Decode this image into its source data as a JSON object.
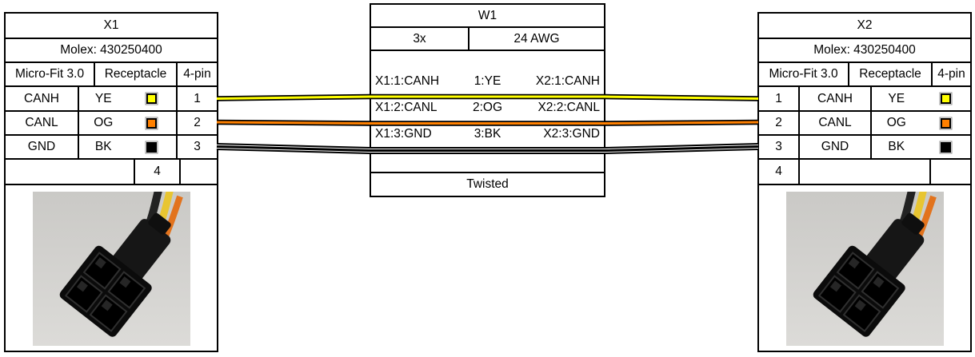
{
  "connectors": {
    "x1": {
      "title": "X1",
      "pn": "Molex: 430250400",
      "type": "Micro-Fit 3.0",
      "subtype": "Receptacle",
      "pincount": "4-pin",
      "pins": [
        {
          "name": "CANH",
          "color_code": "YE",
          "color": "#ffff00",
          "pin": "1"
        },
        {
          "name": "CANL",
          "color_code": "OG",
          "color": "#ff8000",
          "pin": "2"
        },
        {
          "name": "GND",
          "color_code": "BK",
          "color": "#000000",
          "pin": "3"
        }
      ],
      "spare_pin": "4",
      "photo": "micro-fit-3.0-receptacle-connector-photo"
    },
    "x2": {
      "title": "X2",
      "pn": "Molex: 430250400",
      "type": "Micro-Fit 3.0",
      "subtype": "Receptacle",
      "pincount": "4-pin",
      "pins": [
        {
          "name": "CANH",
          "color_code": "YE",
          "color": "#ffff00",
          "pin": "1"
        },
        {
          "name": "CANL",
          "color_code": "OG",
          "color": "#ff8000",
          "pin": "2"
        },
        {
          "name": "GND",
          "color_code": "BK",
          "color": "#000000",
          "pin": "3"
        }
      ],
      "spare_pin": "4",
      "photo": "micro-fit-3.0-receptacle-connector-photo"
    }
  },
  "cable": {
    "title": "W1",
    "wirecount": "3x",
    "gauge": "24 AWG",
    "note": "Twisted",
    "wires": [
      {
        "from": "X1:1:CANH",
        "label": "1:YE",
        "to": "X2:1:CANH",
        "color": "#ffff00"
      },
      {
        "from": "X1:2:CANL",
        "label": "2:OG",
        "to": "X2:2:CANL",
        "color": "#ff8000"
      },
      {
        "from": "X1:3:GND",
        "label": "3:BK",
        "to": "X2:3:GND",
        "color": "#000000"
      }
    ]
  }
}
